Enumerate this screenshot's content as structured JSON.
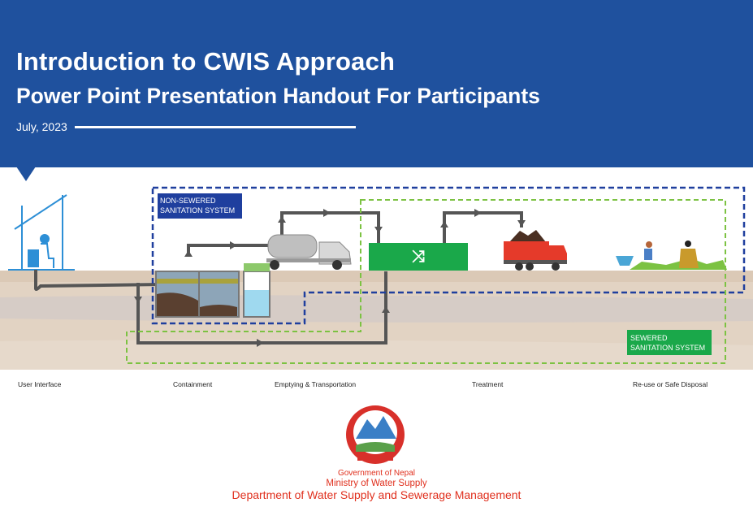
{
  "header": {
    "title": "Introduction to CWIS Approach",
    "subtitle": "Power Point Presentation Handout For Participants",
    "date": "July, 2023"
  },
  "diagram": {
    "non_sewered_label": [
      "NON-SEWERED",
      "SANITATION SYSTEM"
    ],
    "sewered_label": [
      "SEWERED",
      "SANITATION SYSTEM"
    ],
    "stages": [
      "User Interface",
      "Containment",
      "Emptying & Transportation",
      "Treatment",
      "Re-use or Safe Disposal"
    ],
    "colors": {
      "non_sewered": "#1f3f9e",
      "sewered": "#7cc242",
      "treatment": "#1aa84a",
      "pipe": "#555555",
      "ground": "#dccab6"
    }
  },
  "footer": {
    "line1": "Government of Nepal",
    "line2": "Ministry of Water Supply",
    "line3": "Department of Water Supply and Sewerage Management"
  }
}
